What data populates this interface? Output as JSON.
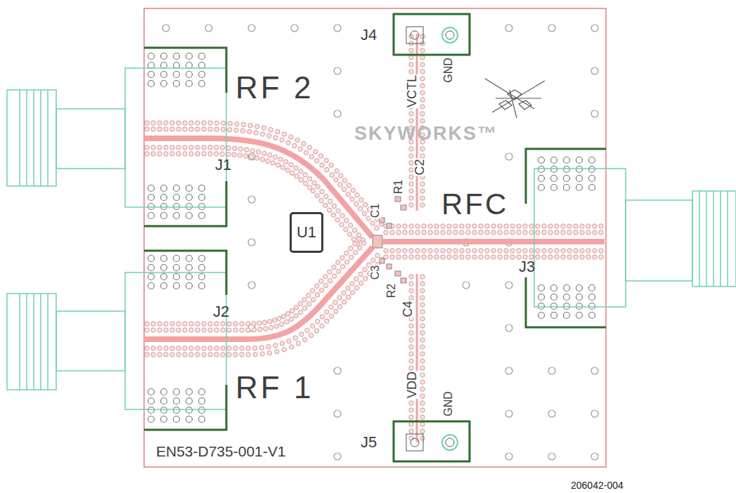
{
  "diagram": {
    "nodes": [
      {
        "text": [
          "U1"
        ]
      }
    ],
    "labels": [
      "RF 2",
      "J1",
      "J2",
      "RF 1",
      "J4",
      "VCTL",
      "GND",
      "SKYWORKS™",
      "C2",
      "R1",
      "C1",
      "RFC",
      "J3",
      "C3",
      "R2",
      "C4",
      "VDD",
      "GND",
      "J5",
      "EN53-D735-001-V1",
      "206042-004"
    ]
  }
}
